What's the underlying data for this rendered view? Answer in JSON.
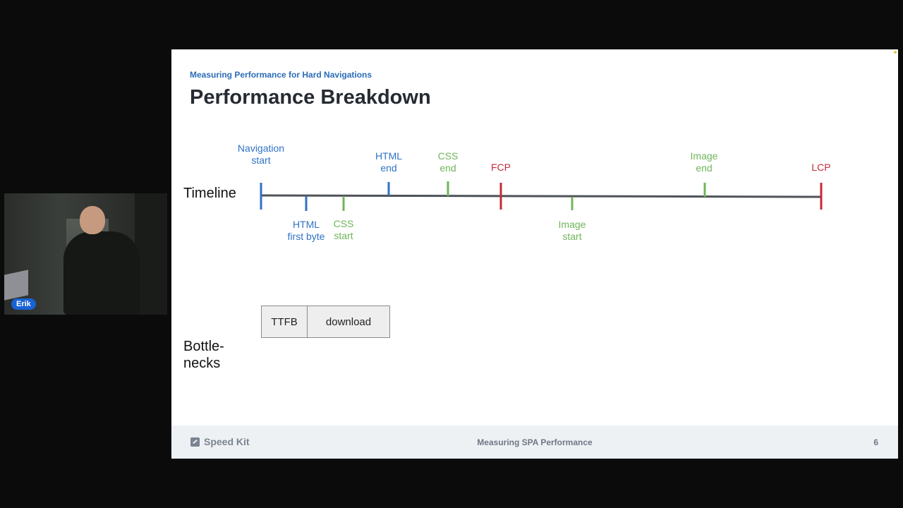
{
  "slide": {
    "subtitle": "Measuring Performance for Hard Navigations",
    "title": "Performance Breakdown",
    "row_timeline": "Timeline",
    "row_bottlenecks": "Bottle-\nnecks",
    "timeline_labels": [
      {
        "id": "navigation-start",
        "text": "Navigation\nstart",
        "color": "#2f72c4"
      },
      {
        "id": "html-first-byte",
        "text": "HTML\nfirst byte",
        "color": "#2f72c4"
      },
      {
        "id": "css-start",
        "text": "CSS\nstart",
        "color": "#6fb55a"
      },
      {
        "id": "html-end",
        "text": "HTML\nend",
        "color": "#2f72c4"
      },
      {
        "id": "css-end",
        "text": "CSS\nend",
        "color": "#6fb55a"
      },
      {
        "id": "fcp",
        "text": "FCP",
        "color": "#c42a38"
      },
      {
        "id": "image-start",
        "text": "Image\nstart",
        "color": "#6fb55a"
      },
      {
        "id": "image-end",
        "text": "Image\nend",
        "color": "#6fb55a"
      },
      {
        "id": "lcp",
        "text": "LCP",
        "color": "#c42a38"
      }
    ],
    "bottleneck_blocks": {
      "ttfb": "TTFB",
      "download": "download"
    }
  },
  "footer": {
    "brand": "Speed Kit",
    "center": "Measuring SPA Performance",
    "page": "6"
  },
  "webcam": {
    "name": "Erik"
  }
}
